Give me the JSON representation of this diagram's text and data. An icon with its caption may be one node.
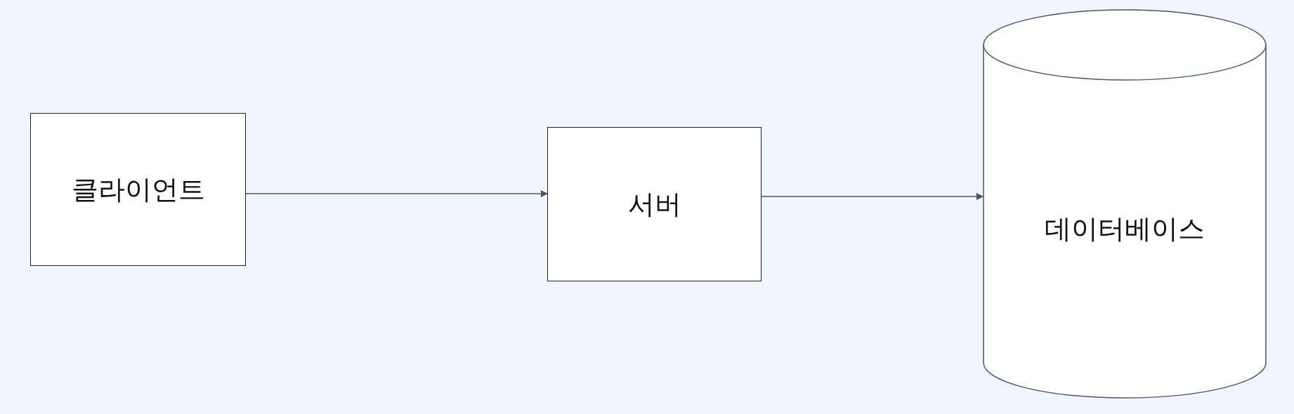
{
  "diagram": {
    "nodes": [
      {
        "text": [
          "클라이언트"
        ]
      },
      {
        "text": [
          "서버"
        ]
      },
      {
        "text": [
          "데이터베이스"
        ]
      }
    ],
    "edges": [
      {
        "from": 0,
        "to": 1,
        "arrow": "to"
      },
      {
        "from": 1,
        "to": 2,
        "arrow": "to"
      }
    ]
  }
}
